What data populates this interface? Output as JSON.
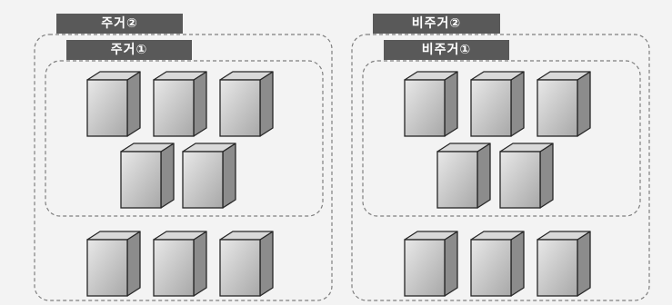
{
  "groups": [
    {
      "outer_label": "주거②",
      "inner_label": "주거①"
    },
    {
      "outer_label": "비주거②",
      "inner_label": "비주거①"
    }
  ],
  "colors": {
    "background": "#f3f3f3",
    "label_fill": "#595959",
    "label_text": "#ffffff",
    "dashed_border": "#7f7f7f",
    "cube_front_light": "#e6e6e6",
    "cube_front_dark": "#a6a6a6",
    "cube_top": "#d9d9d9",
    "cube_side": "#8c8c8c",
    "cube_stroke": "#262626"
  },
  "icons": {
    "building": "server-tower-icon"
  }
}
